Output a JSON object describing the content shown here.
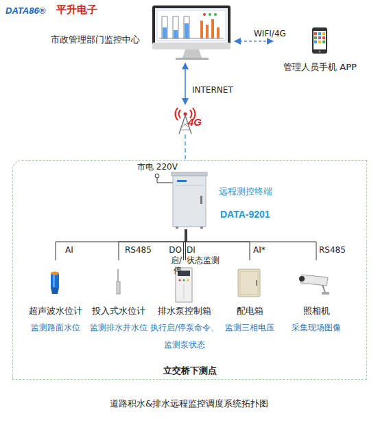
{
  "diagram": {
    "caption": "道路积水&排水远程监控调度系统拓扑图",
    "nodes": [
      {
        "text": [
          "市政管理部门监控中心"
        ]
      },
      {
        "text": [
          "管理人员手机 APP"
        ]
      },
      {
        "text": [
          "4G"
        ]
      },
      {
        "text": [
          "立交桥下测点"
        ]
      },
      {
        "text": [
          "远程测控终端",
          "DATA-9201"
        ],
        "in": 3
      },
      {
        "text": [
          "超声波水位计",
          "监测路面水位"
        ],
        "in": 3
      },
      {
        "text": [
          "投入式水位计",
          "监测排水井水位"
        ],
        "in": 3
      },
      {
        "text": [
          "排水泵控制箱",
          "执行启/停泵命令、监测泵状态"
        ],
        "in": 3
      },
      {
        "text": [
          "配电箱",
          "监测三相电压"
        ],
        "in": 3
      },
      {
        "text": [
          "照相机",
          "采集现场图像"
        ],
        "in": 3
      }
    ],
    "edges": [
      {
        "from": 0,
        "to": 1,
        "label": "WIFI/4G",
        "arrow": "both"
      },
      {
        "from": 0,
        "to": 2,
        "label": "INTERNET",
        "arrow": "both"
      },
      {
        "from": 2,
        "to": 3,
        "arrow": "none"
      },
      {
        "from": 4,
        "to": 5,
        "label": "AI",
        "arrow": "none"
      },
      {
        "from": 4,
        "to": 6,
        "label": "RS485",
        "arrow": "none"
      },
      {
        "from": 4,
        "to": 7,
        "label": "DO 启/停",
        "arrow": "none"
      },
      {
        "from": 4,
        "to": 7,
        "label": "DI 状态监测",
        "arrow": "none"
      },
      {
        "from": 4,
        "to": 8,
        "label": "AI*",
        "arrow": "none"
      },
      {
        "from": 4,
        "to": 9,
        "label": "RS485",
        "arrow": "none"
      }
    ],
    "labels": [
      "DATA86®",
      "平升电子",
      "市电 220V"
    ]
  }
}
